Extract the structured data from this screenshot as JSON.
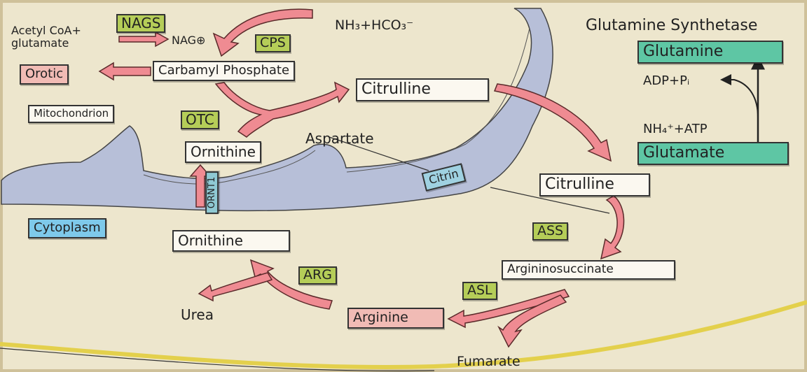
{
  "colors": {
    "background": "#ede6cd",
    "mitochondrion": "#b7bfd8",
    "arrow": "#ef8b92",
    "enzyme_box": "#b5cd58",
    "glutamine_box": "#5ec6a4",
    "cytoplasm_box": "#7ec9ea",
    "membrane_line": "#e3d04c"
  },
  "labels": {
    "acetyl_coa": "Acetyl CoA+",
    "glutamate_small": "glutamate",
    "nags": "NAGS",
    "nag": "NAG⊕",
    "cps": "CPS",
    "nh3_hco3": "NH₃+HCO₃⁻",
    "glutamine_synthetase": "Glutamine Synthetase",
    "glutamine": "Glutamine",
    "adp_pi": "ADP+Pᵢ",
    "nh4_atp": "NH₄⁺+ATP",
    "glutamate": "Glutamate",
    "orotic": "Orotic",
    "carbamyl_phosphate": "Carbamyl Phosphate",
    "citrulline_mito": "Citrulline",
    "mitochondrion": "Mitochondrion",
    "otc": "OTC",
    "aspartate": "Aspartate",
    "ornithine_mito": "Ornithine",
    "ornt1": "ORNT1",
    "citrin": "Citrin",
    "citrulline_cyto": "Citrulline",
    "cytoplasm": "Cytoplasm",
    "ornithine_cyto": "Ornithine",
    "ass": "ASS",
    "argininosuccinate": "Argininosuccinate",
    "arg": "ARG",
    "asl": "ASL",
    "urea": "Urea",
    "arginine": "Arginine",
    "fumarate": "Fumarate"
  }
}
